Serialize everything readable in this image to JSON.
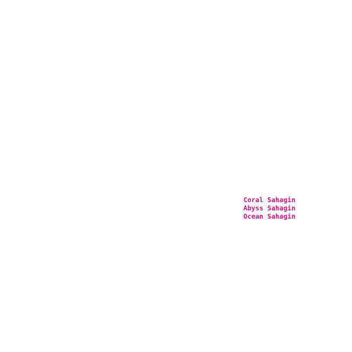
{
  "enemy_list": {
    "text_color": "#e0007a",
    "items": [
      "Coral Sahagin",
      "Abyss Sahagin",
      "Ocean Sahagin"
    ]
  }
}
